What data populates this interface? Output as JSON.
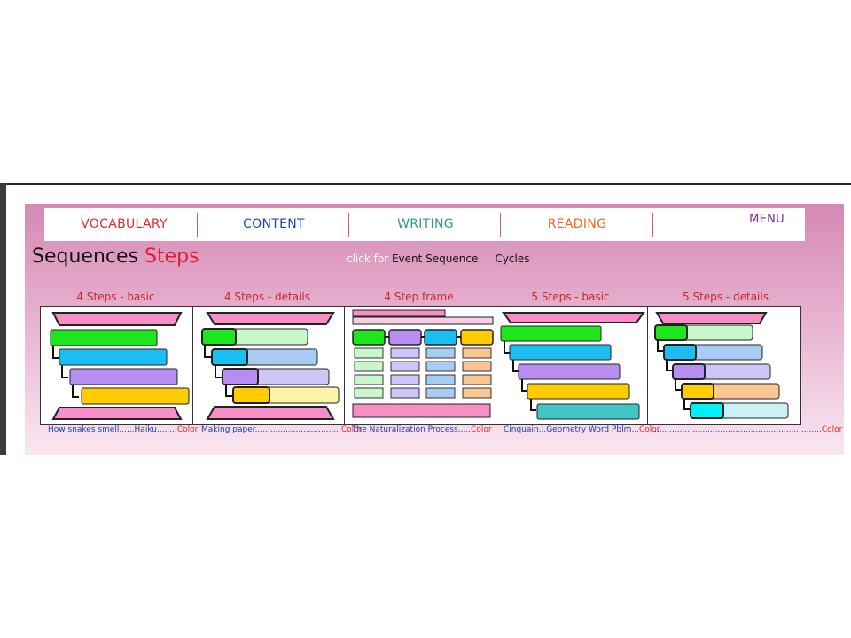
{
  "nav": {
    "items": [
      {
        "label": "VOCABULARY",
        "color": "#e0282b"
      },
      {
        "label": "CONTENT",
        "color": "#1e46b4"
      },
      {
        "label": "WRITING",
        "color": "#2f9a8a"
      },
      {
        "label": "READING",
        "color": "#ef6a1a"
      },
      {
        "label": "MENU",
        "color": "#7b2c8c"
      }
    ]
  },
  "heading": {
    "part1": "Sequences",
    "part2": "Steps",
    "accent_color": "#e51d2a"
  },
  "clickfor": {
    "prefix": "click for",
    "link1": "Event Sequence",
    "link2": "Cycles"
  },
  "panels": [
    {
      "label": "4 Steps - basic",
      "link": "How snakes smell......Haiku........",
      "color_link": "Color"
    },
    {
      "label": "4 Steps - details",
      "link": "Making paper..................................",
      "color_link": "Color"
    },
    {
      "label": "4 Step frame",
      "link": "The Naturalization Process.....",
      "color_link": "Color"
    },
    {
      "label": "5 Steps - basic",
      "link": "Cinquain...Geometry Word Pblm...",
      "color_link": "Color"
    },
    {
      "label": "5 Steps - details",
      "link": "..................................................................",
      "color_link": "Color"
    }
  ],
  "colors": {
    "pink": "#f58fc6",
    "green": "#1ee61e",
    "cyan": "#1cbdf0",
    "purple": "#b88df2",
    "yellow": "#ffcc00",
    "teal": "#43c6c8",
    "aqua": "#00f0f7",
    "orange": "#fbc692"
  }
}
